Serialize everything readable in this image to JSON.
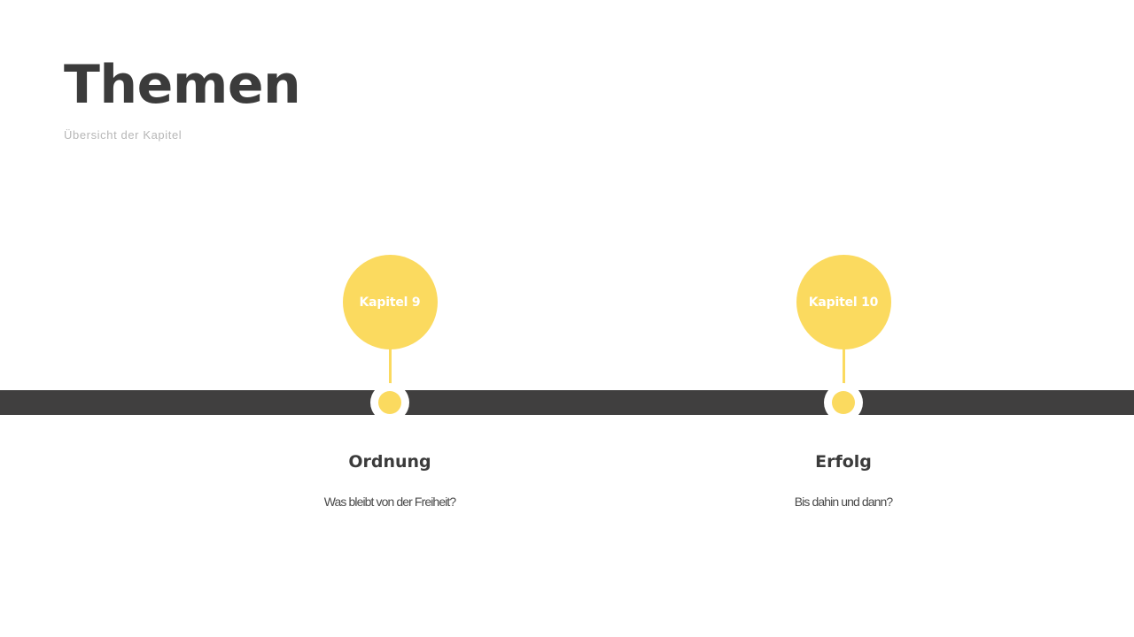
{
  "slide": {
    "background_color": "#ffffff",
    "title": "Themen",
    "subtitle": "Übersicht der Kapitel",
    "title_color": "#3b3b3b",
    "subtitle_color": "#b7b7b7"
  },
  "timeline": {
    "bar_color": "#403f3f",
    "accent_color": "#fbda5f",
    "node_ring_color": "#ffffff",
    "milestones": [
      {
        "badge": "Kapitel 9",
        "caption_title": "Ordnung",
        "caption_desc": "Was bleibt von der Freiheit?"
      },
      {
        "badge": "Kapitel 10",
        "caption_title": "Erfolg",
        "caption_desc": "Bis dahin und dann?"
      }
    ]
  }
}
